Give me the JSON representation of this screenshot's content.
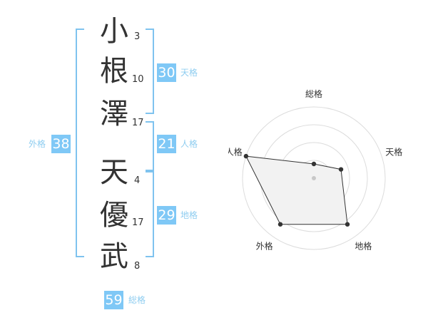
{
  "name": {
    "surname": [
      {
        "char": "小",
        "strokes": "3"
      },
      {
        "char": "根",
        "strokes": "10"
      },
      {
        "char": "澤",
        "strokes": "17"
      }
    ],
    "given": [
      {
        "char": "天",
        "strokes": "4"
      },
      {
        "char": "優",
        "strokes": "17"
      },
      {
        "char": "武",
        "strokes": "8"
      }
    ]
  },
  "kaku": {
    "tenkaku": {
      "value": "30",
      "label": "天格"
    },
    "jinkaku": {
      "value": "21",
      "label": "人格"
    },
    "chikaku": {
      "value": "29",
      "label": "地格"
    },
    "gaikaku": {
      "value": "38",
      "label": "外格"
    },
    "soukaku": {
      "value": "59",
      "label": "総格"
    }
  },
  "colors": {
    "accent": "#7fc8f6",
    "bracket": "#7fc3ef",
    "label": "#8fcdf0",
    "text": "#333333"
  },
  "chart_data": {
    "type": "radar",
    "axes": [
      "総格",
      "天格",
      "地格",
      "外格",
      "人格"
    ],
    "rings": 4,
    "values": [
      1,
      2,
      4,
      4,
      5
    ],
    "max": 5,
    "grid": true
  }
}
